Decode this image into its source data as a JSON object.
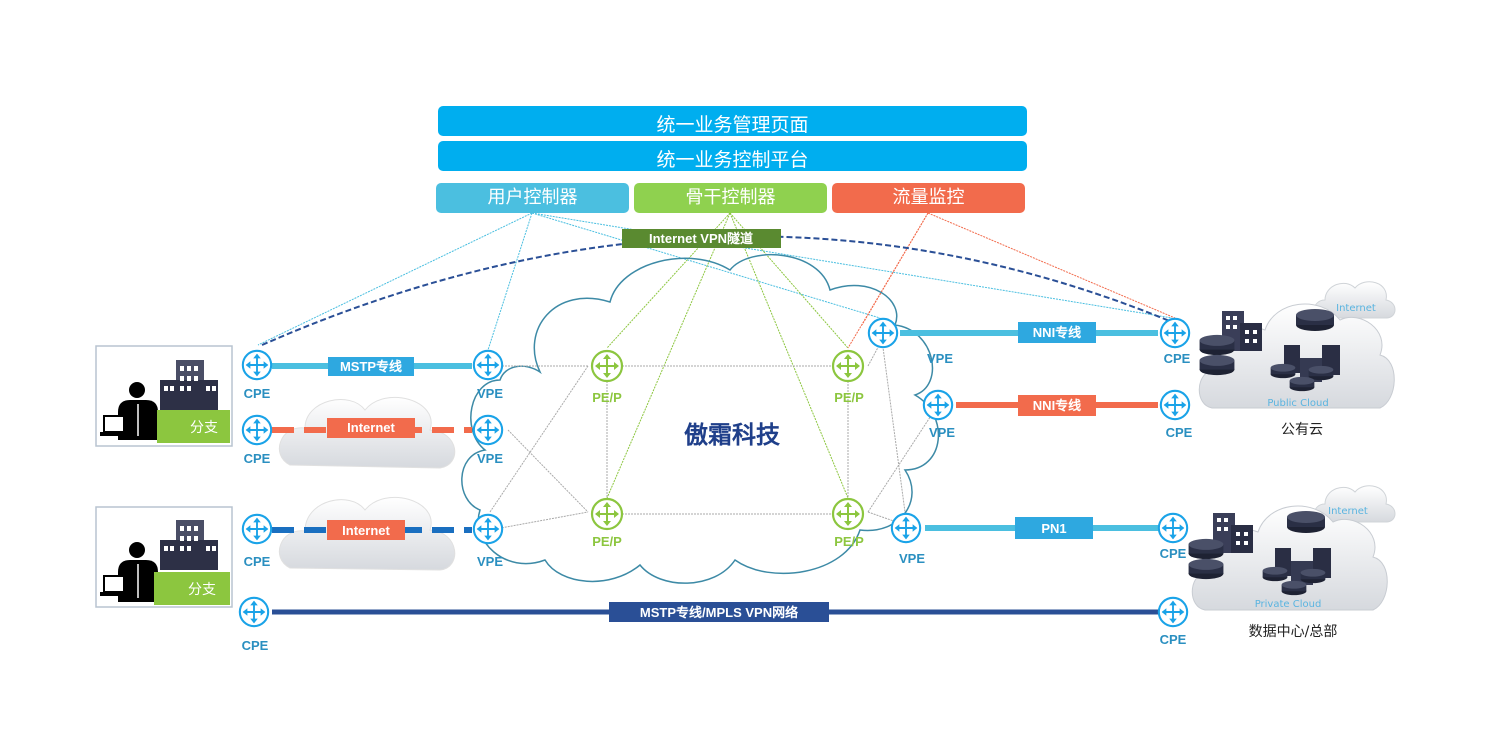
{
  "header": {
    "management_page": "统一业务管理页面",
    "control_platform": "统一业务控制平台",
    "controllers": [
      {
        "label": "用户控制器",
        "color": "#4bbfe0"
      },
      {
        "label": "骨干控制器",
        "color": "#8fd14f"
      },
      {
        "label": "流量监控",
        "color": "#f26b4c"
      }
    ]
  },
  "tunnel_label": "Internet VPN隧道",
  "core": {
    "title": "傲霜科技",
    "router_label": "PE/P"
  },
  "branches": [
    {
      "label": "分支"
    },
    {
      "label": "分支"
    }
  ],
  "nodes": {
    "cpe": "CPE",
    "vpe": "VPE"
  },
  "links": {
    "mstp": "MSTP专线",
    "internet1": "Internet",
    "internet2": "Internet",
    "nni1": "NNI专线",
    "nni2": "NNI专线",
    "pn1": "PN1",
    "mpls": "MSTP专线/MPLS VPN网络"
  },
  "sites": {
    "public": {
      "cloud_label": "Public Cloud",
      "internet_label": "Internet",
      "caption": "公有云"
    },
    "private": {
      "cloud_label": "Private Cloud",
      "internet_label": "Internet",
      "caption": "数据中心/总部"
    }
  },
  "colors": {
    "node_blue": "#1aa3e8",
    "pe_green": "#8cc63f",
    "link_cyan": "#4bbfe0",
    "link_orange": "#f26b4c",
    "link_darkblue": "#2a4f96",
    "link_midblue": "#1a6fc0",
    "tunnel_green": "#5a8a30",
    "tag_blue": "#2ea8e0"
  }
}
